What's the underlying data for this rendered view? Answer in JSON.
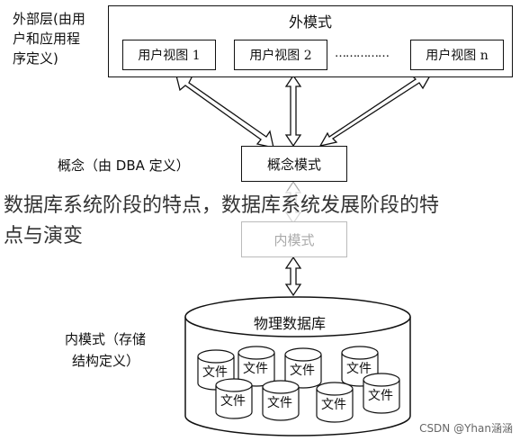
{
  "external": {
    "side_label_lines": [
      "外部层(由用",
      "户和应用程",
      "序定义)"
    ],
    "title": "外模式",
    "views": [
      "用户视图 1",
      "用户视图 2",
      "用户视图 n"
    ],
    "ellipsis": "……………"
  },
  "concept": {
    "side_label": "概念（由 DBA 定义）",
    "box_label": "概念模式"
  },
  "internal": {
    "box_label": "内模式",
    "side_label_lines": [
      "内模式（存储",
      "结构定义）"
    ]
  },
  "physical": {
    "title": "物理数据库",
    "file_label": "文件"
  },
  "overlay_text_lines": [
    "数据库系统阶段的特点，数据库系统发展阶段的特",
    "点与演变"
  ],
  "watermark": "CSDN @Yhan涵涵"
}
